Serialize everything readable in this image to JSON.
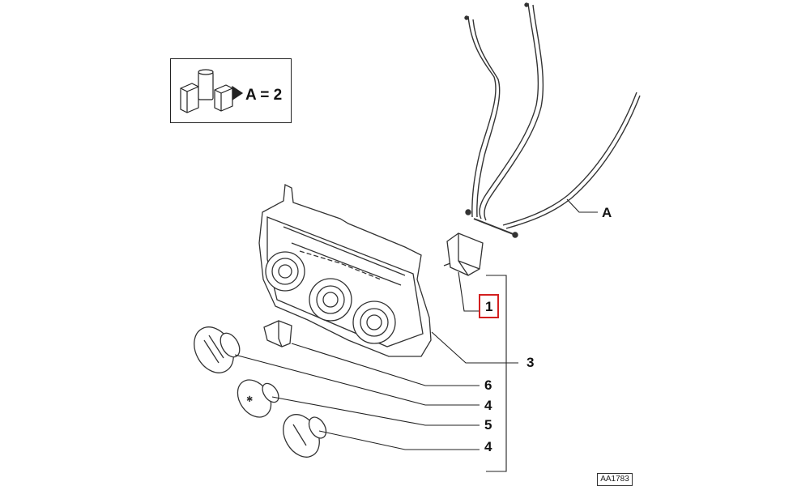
{
  "legend": {
    "text": "A = 2",
    "icon": "kit-packaging-icon"
  },
  "callouts": {
    "a": "A",
    "n1": "1",
    "n3": "3",
    "n6": "6",
    "n4_upper": "4",
    "n5": "5",
    "n4_lower": "4"
  },
  "highlight_color": "#d32020",
  "reference_code": "AA1783"
}
